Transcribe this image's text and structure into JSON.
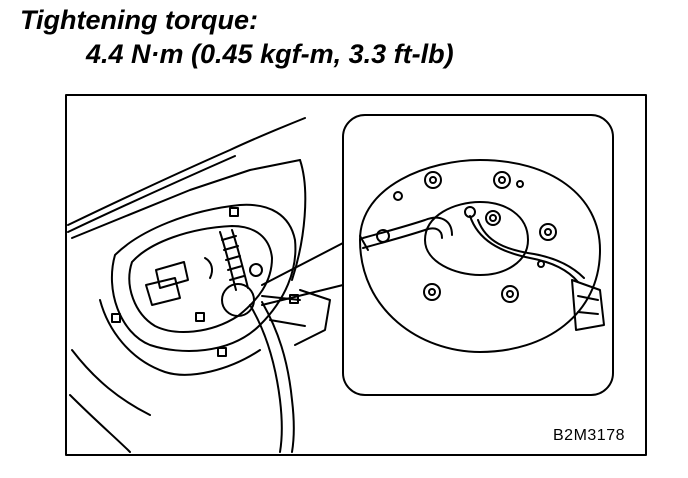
{
  "heading": {
    "title": "Tightening torque:",
    "value": "4.4 N·m (0.45 kgf-m, 3.3 ft-lb)"
  },
  "figure": {
    "code": "B2M3178"
  }
}
